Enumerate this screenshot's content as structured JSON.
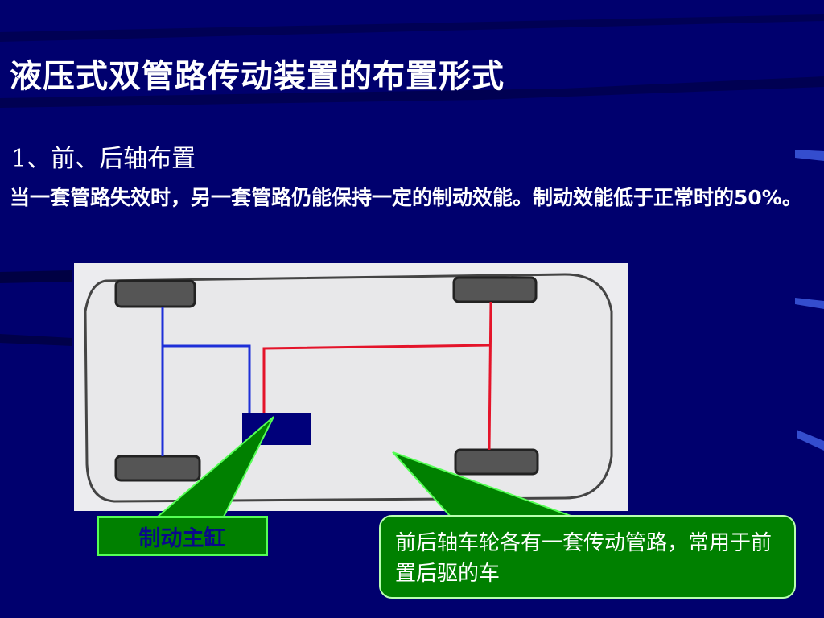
{
  "slide": {
    "title": "液压式双管路传动装置的布置形式",
    "subtitle": "1、前、后轴布置",
    "body_text": "当一套管路失效时，另一套管路仍能保持一定的制动效能。制动效能低于正常时的50%。"
  },
  "diagram": {
    "master_cylinder_label": "制动主缸",
    "axle_note": "前后轴车轮各有一套传动管路，常用于前置后驱的车"
  },
  "colors": {
    "background": "#00006e",
    "front_circuit": "#1e2fd8",
    "rear_circuit": "#e4142a",
    "master_cylinder": "#00007a",
    "callout_fill": "#008000"
  }
}
